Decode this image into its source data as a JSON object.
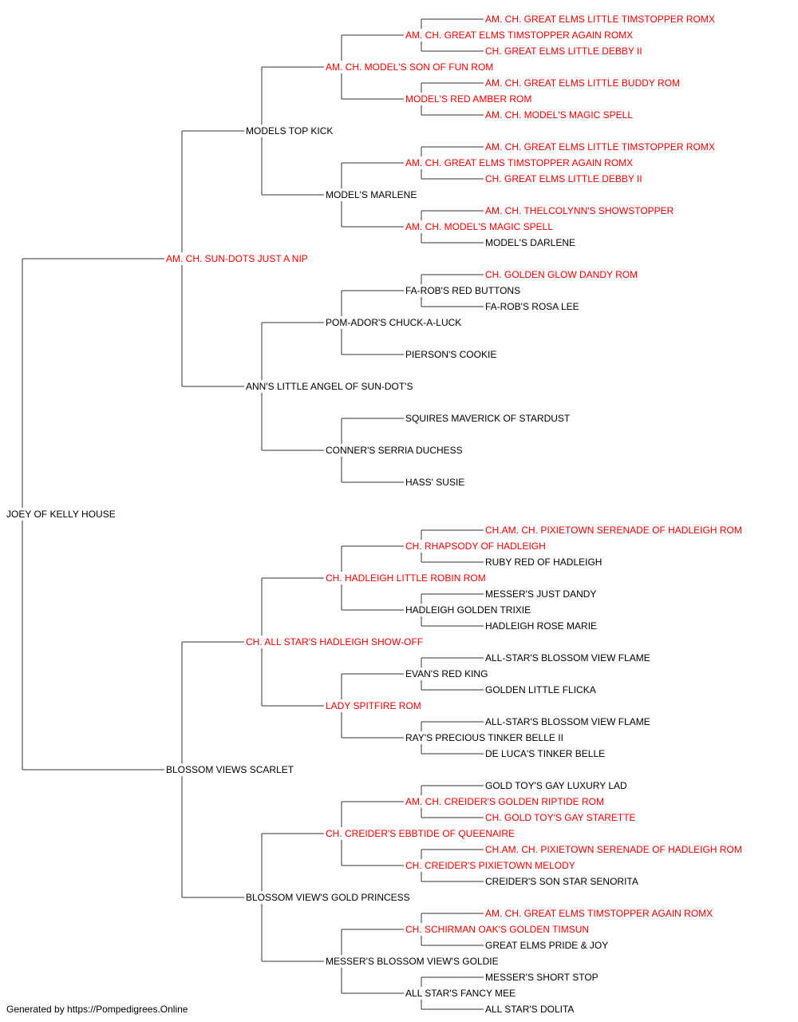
{
  "colors": {
    "champion": "#ee0000",
    "normal": "#000000",
    "line": "#333333"
  },
  "tree": {
    "name": "JOEY OF KELLY HOUSE",
    "champion": false,
    "sire": {
      "name": "AM. CH. SUN-DOTS JUST A NIP",
      "champion": true,
      "sire": {
        "name": "MODELS TOP KICK",
        "champion": false,
        "sire": {
          "name": "AM. CH. MODEL'S SON OF FUN ROM",
          "champion": true,
          "sire": {
            "name": "AM. CH. GREAT ELMS TIMSTOPPER AGAIN ROMX",
            "champion": true,
            "sire": {
              "name": "AM. CH. GREAT ELMS LITTLE TIMSTOPPER ROMX",
              "champion": true
            },
            "dam": {
              "name": "CH. GREAT ELMS LITTLE DEBBY II",
              "champion": true
            }
          },
          "dam": {
            "name": "MODEL'S RED AMBER ROM",
            "champion": true,
            "sire": {
              "name": "AM. CH. GREAT ELMS LITTLE BUDDY ROM",
              "champion": true
            },
            "dam": {
              "name": "AM. CH. MODEL'S MAGIC SPELL",
              "champion": true
            }
          }
        },
        "dam": {
          "name": "MODEL'S MARLENE",
          "champion": false,
          "sire": {
            "name": "AM. CH. GREAT ELMS TIMSTOPPER AGAIN ROMX",
            "champion": true,
            "sire": {
              "name": "AM. CH. GREAT ELMS LITTLE TIMSTOPPER ROMX",
              "champion": true
            },
            "dam": {
              "name": "CH. GREAT ELMS LITTLE DEBBY II",
              "champion": true
            }
          },
          "dam": {
            "name": "AM. CH. MODEL'S MAGIC SPELL",
            "champion": true,
            "sire": {
              "name": "AM. CH. THELCOLYNN'S SHOWSTOPPER",
              "champion": true
            },
            "dam": {
              "name": "MODEL'S DARLENE",
              "champion": false
            }
          }
        }
      },
      "dam": {
        "name": "ANN'S LITTLE ANGEL OF SUN-DOT'S",
        "champion": false,
        "sire": {
          "name": "POM-ADOR'S CHUCK-A-LUCK",
          "champion": false,
          "sire": {
            "name": "FA-ROB'S RED BUTTONS",
            "champion": false,
            "sire": {
              "name": "CH. GOLDEN GLOW DANDY ROM",
              "champion": true
            },
            "dam": {
              "name": "FA-ROB'S ROSA LEE",
              "champion": false
            }
          },
          "dam": {
            "name": "PIERSON'S COOKIE",
            "champion": false
          }
        },
        "dam": {
          "name": "CONNER'S SERRIA DUCHESS",
          "champion": false,
          "sire": {
            "name": "SQUIRES MAVERICK OF STARDUST",
            "champion": false
          },
          "dam": {
            "name": "HASS' SUSIE",
            "champion": false
          }
        }
      }
    },
    "dam": {
      "name": "BLOSSOM VIEWS SCARLET",
      "champion": false,
      "sire": {
        "name": "CH. ALL STAR'S HADLEIGH SHOW-OFF",
        "champion": true,
        "sire": {
          "name": "CH. HADLEIGH LITTLE ROBIN ROM",
          "champion": true,
          "sire": {
            "name": "CH. RHAPSODY OF HADLEIGH",
            "champion": true,
            "sire": {
              "name": "CH.AM. CH. PIXIETOWN SERENADE OF HADLEIGH ROM",
              "champion": true
            },
            "dam": {
              "name": "RUBY RED OF HADLEIGH",
              "champion": false
            }
          },
          "dam": {
            "name": "HADLEIGH GOLDEN TRIXIE",
            "champion": false,
            "sire": {
              "name": "MESSER'S JUST DANDY",
              "champion": false
            },
            "dam": {
              "name": "HADLEIGH ROSE MARIE",
              "champion": false
            }
          }
        },
        "dam": {
          "name": "LADY SPITFIRE ROM",
          "champion": true,
          "sire": {
            "name": "EVAN'S RED KING",
            "champion": false,
            "sire": {
              "name": "ALL-STAR'S BLOSSOM VIEW FLAME",
              "champion": false
            },
            "dam": {
              "name": "GOLDEN LITTLE FLICKA",
              "champion": false
            }
          },
          "dam": {
            "name": "RAY'S PRECIOUS TINKER BELLE II",
            "champion": false,
            "sire": {
              "name": "ALL-STAR'S BLOSSOM VIEW FLAME",
              "champion": false
            },
            "dam": {
              "name": "DE LUCA'S TINKER BELLE",
              "champion": false
            }
          }
        }
      },
      "dam": {
        "name": "BLOSSOM VIEW'S GOLD PRINCESS",
        "champion": false,
        "sire": {
          "name": "CH. CREIDER'S EBBTIDE OF QUEENAIRE",
          "champion": true,
          "sire": {
            "name": "AM. CH. CREIDER'S GOLDEN RIPTIDE ROM",
            "champion": true,
            "sire": {
              "name": "GOLD TOY'S GAY LUXURY LAD",
              "champion": false
            },
            "dam": {
              "name": "CH. GOLD TOY'S GAY STARETTE",
              "champion": true
            }
          },
          "dam": {
            "name": "CH. CREIDER'S PIXIETOWN MELODY",
            "champion": true,
            "sire": {
              "name": "CH.AM. CH. PIXIETOWN SERENADE OF HADLEIGH ROM",
              "champion": true
            },
            "dam": {
              "name": "CREIDER'S SON STAR SENORITA",
              "champion": false
            }
          }
        },
        "dam": {
          "name": "MESSER'S BLOSSOM VIEW'S GOLDIE",
          "champion": false,
          "sire": {
            "name": "CH. SCHIRMAN OAK'S GOLDEN TIMSUN",
            "champion": true,
            "sire": {
              "name": "AM. CH. GREAT ELMS TIMSTOPPER AGAIN ROMX",
              "champion": true
            },
            "dam": {
              "name": "GREAT ELMS PRIDE & JOY",
              "champion": false
            }
          },
          "dam": {
            "name": "ALL STAR'S FANCY MEE",
            "champion": false,
            "sire": {
              "name": "MESSER'S SHORT STOP",
              "champion": false
            },
            "dam": {
              "name": "ALL STAR'S DOLITA",
              "champion": false
            }
          }
        }
      }
    }
  },
  "footer": {
    "credit": "Generated by https://Pompedigrees.Online"
  }
}
